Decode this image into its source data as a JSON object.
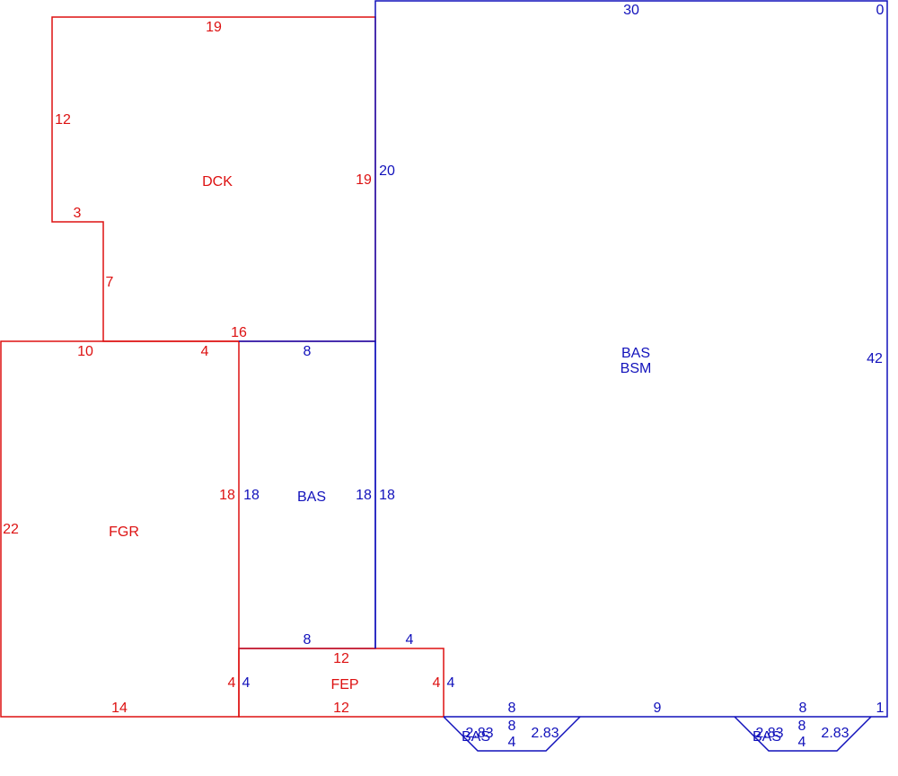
{
  "colors": {
    "red": "#dd1111",
    "blue": "#1111bb"
  },
  "areas": {
    "dck": {
      "code": "DCK",
      "dims": {
        "top": "19",
        "left": "12",
        "step_h": "3",
        "step_v": "7",
        "bottom": "16",
        "right": "19"
      }
    },
    "fgr": {
      "code": "FGR",
      "dims": {
        "top_a": "10",
        "top_b": "4",
        "left": "22",
        "right": "18",
        "bottom": "14",
        "right_low": "4"
      }
    },
    "bas_small": {
      "code": "BAS",
      "dims": {
        "top": "8",
        "left": "18",
        "right": "18",
        "bottom": "8"
      }
    },
    "fep": {
      "code": "FEP",
      "dims": {
        "top": "12",
        "bottom": "12",
        "left": "4",
        "right": "4"
      }
    },
    "bas_main": {
      "code": "BAS",
      "subcode": "BSM",
      "dims": {
        "top": "30",
        "corner": "0",
        "left": "20",
        "right": "42",
        "left_lower": "18",
        "notch_top": "4",
        "notch_side": "4",
        "bottom_a": "8",
        "bottom_mid": "9",
        "bottom_b": "8",
        "bottom_end": "1"
      }
    },
    "bay1": {
      "code": "BAS",
      "dims": {
        "diag_left": "2.83",
        "depth": "8",
        "bottom": "4",
        "diag_right": "2.83"
      }
    },
    "bay2": {
      "code": "BAS",
      "dims": {
        "diag_left": "2.83",
        "depth": "8",
        "bottom": "4",
        "diag_right": "2.83"
      }
    }
  }
}
